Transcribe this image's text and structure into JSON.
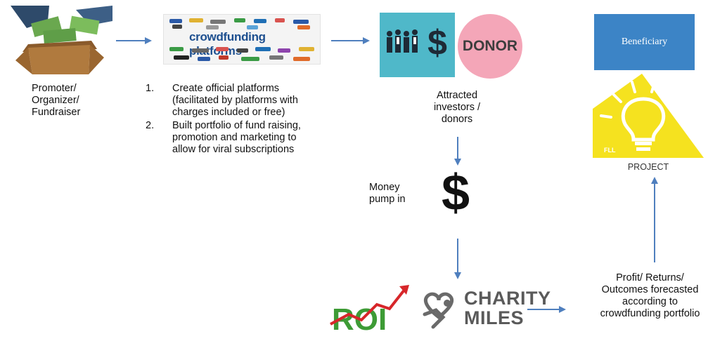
{
  "promoter": {
    "lines": [
      "Promoter/",
      "Organizer/",
      "Fundraiser"
    ]
  },
  "platforms": {
    "banner_text": "crowdfunding platforms",
    "steps": [
      {
        "num": "1.",
        "lines": [
          "Create official platforms",
          "(facilitated by platforms with",
          "charges included or free)"
        ]
      },
      {
        "num": "2.",
        "lines": [
          "Built portfolio of fund raising,",
          "promotion and marketing to",
          "allow for viral subscriptions"
        ]
      }
    ]
  },
  "donor": {
    "label": "DONOR"
  },
  "investors": {
    "lines": [
      "Attracted",
      "investors /",
      "donors"
    ]
  },
  "money": {
    "symbol": "$",
    "lines": [
      "Money",
      "pump in"
    ]
  },
  "beneficiary": {
    "label": "Beneficiary"
  },
  "project": {
    "label": "PROJECT",
    "bulb_text": "FLL"
  },
  "outcomes": {
    "lines": [
      "Profit/ Returns/",
      "Outcomes forecasted",
      "according to",
      "crowdfunding portfolio"
    ]
  },
  "charity": {
    "line1": "CHARITY",
    "line2": "MILES"
  },
  "roi": {
    "text": "ROI"
  },
  "colors": {
    "arrow": "#4f7fbe",
    "beneficiary": "#3c84c6",
    "donor": "#f4a6b8",
    "investors_bg": "#4fb8c9",
    "project_bg": "#f5e21f"
  }
}
